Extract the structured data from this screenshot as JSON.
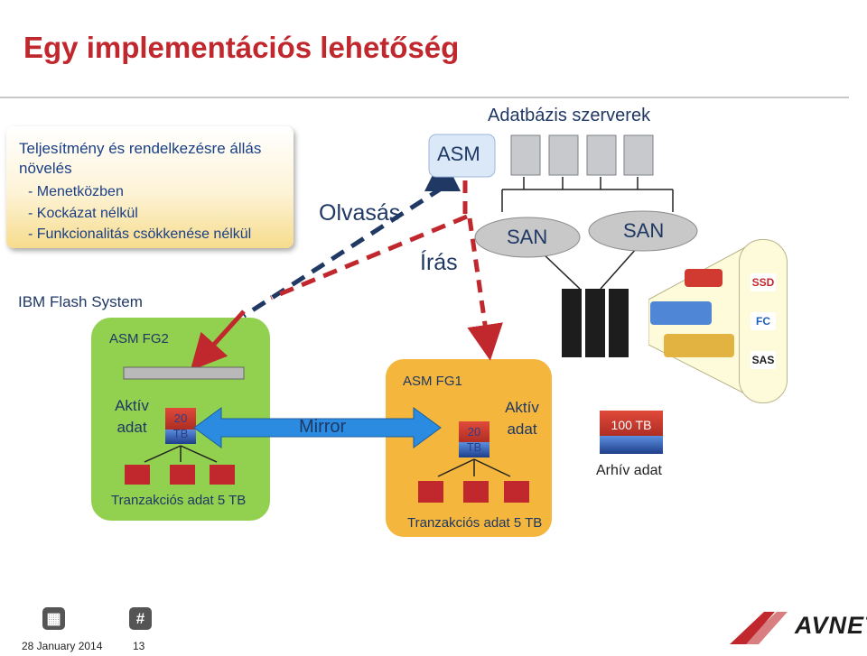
{
  "slide": {
    "title": "Egy implementációs lehetőség",
    "callout": {
      "heading": "Teljesítmény és rendelkezésre állás növelés",
      "items": [
        "- Menetközben",
        "- Kockázat nélkül",
        "- Funkcionalitás csökkenése nélkül"
      ]
    },
    "labels": {
      "db_servers": "Adatbázis szerverek",
      "asm": "ASM",
      "olvasas": "Olvasás",
      "iras": "Írás",
      "san1": "SAN",
      "san2": "SAN",
      "flash_system": "IBM Flash System",
      "asm_fg2": "ASM FG2",
      "asm_fg1": "ASM FG1",
      "mirror": "Mirror",
      "aktiv_adat_left": "Aktív adat",
      "aktiv_adat_right": "Aktív adat",
      "tb20_left": "20 TB",
      "tb20_right": "20 TB",
      "tb100": "100 TB",
      "archive": "Arhív adat",
      "tranz_left": "Tranzakciós adat 5 TB",
      "tranz_right": "Tranzakciós adat 5 TB",
      "ssd": "SSD",
      "fc": "FC",
      "sas": "SAS"
    },
    "footer": {
      "date": "28 January 2014",
      "page": "13",
      "hash_icon": "#",
      "brand": "AVNET"
    },
    "colors": {
      "title": "#c0282d",
      "read_arrow": "#1f3864",
      "write_arrow": "#c0282d",
      "green_box": "#92d050",
      "orange_box": "#f4b63c"
    },
    "icons": [
      "server-icon",
      "cloud-icon",
      "disk-stack-icon",
      "calendar-icon",
      "hash-icon",
      "avnet-logo"
    ]
  }
}
